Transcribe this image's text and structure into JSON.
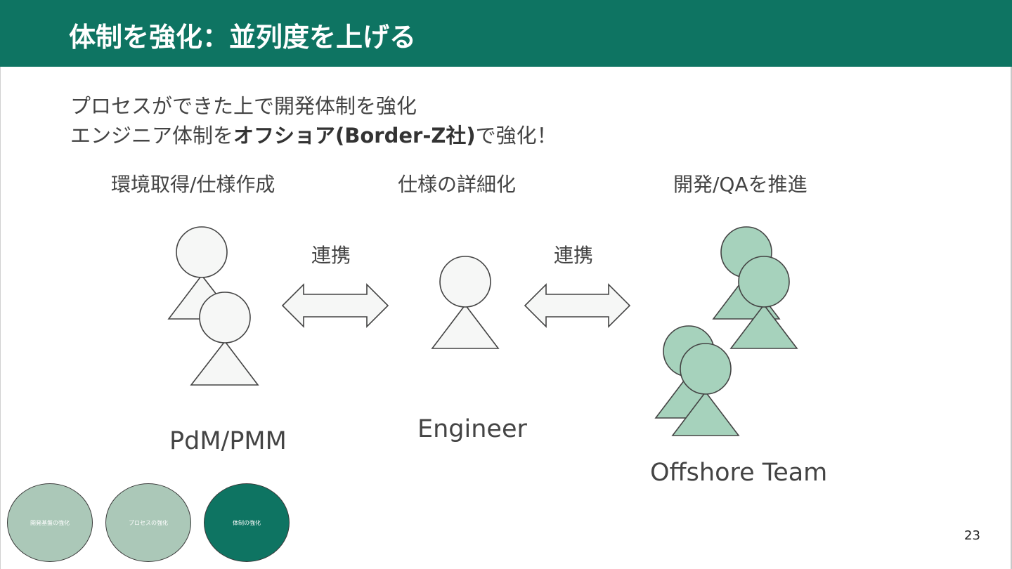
{
  "slide": {
    "title": "体制を強化：並列度を上げる",
    "line1": "プロセスができた上で開発体制を強化",
    "line2_prefix": "エンジニア体制を",
    "line2_bold": "オフショア(Border-Z社)",
    "line2_suffix": "で強化！",
    "page_number": "23"
  },
  "diagram": {
    "groups": [
      {
        "role": "環境取得/仕様作成",
        "name": "PdM/PMM"
      },
      {
        "role": "仕様の詳細化",
        "name": "Engineer"
      },
      {
        "role": "開発/QAを推進",
        "name": "Offshore Team"
      }
    ],
    "connectors": [
      {
        "label": "連携"
      },
      {
        "label": "連携"
      }
    ]
  },
  "nav": {
    "items": [
      {
        "label": "開発基盤の強化",
        "active": false
      },
      {
        "label": "プロセスの強化",
        "active": false
      },
      {
        "label": "体制の強化",
        "active": true
      }
    ]
  },
  "colors": {
    "brand": "#0e7462",
    "person_light": "#f6f7f6",
    "person_green": "#a6d2bc",
    "nav_inactive": "#abc8b8"
  }
}
